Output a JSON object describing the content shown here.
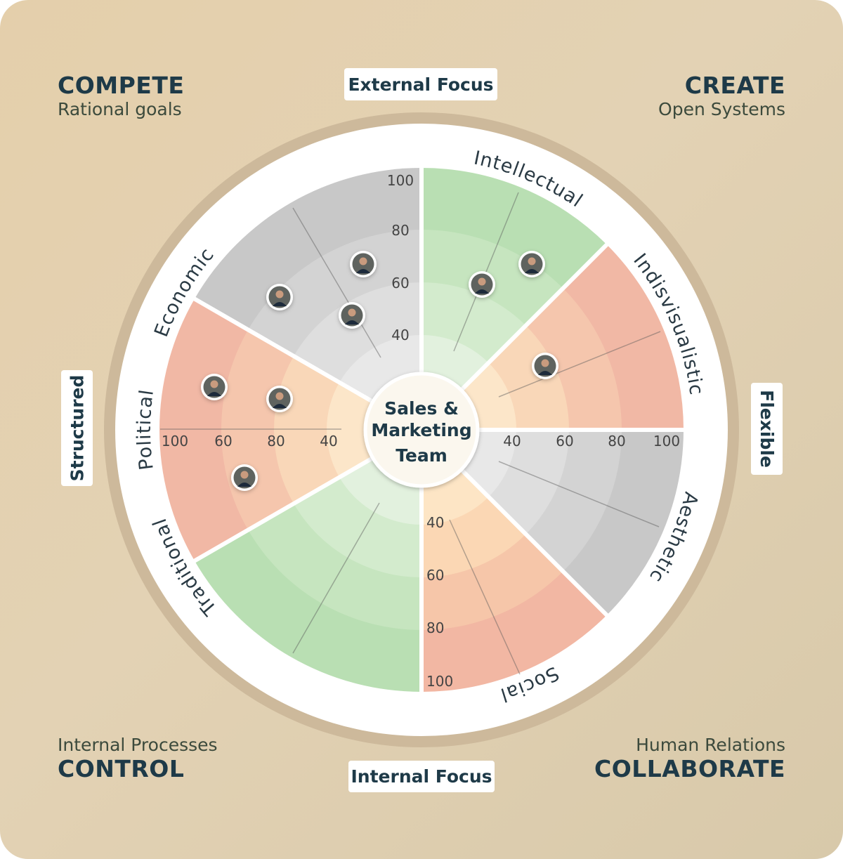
{
  "corners": {
    "top_left": {
      "title": "COMPETE",
      "subtitle": "Rational goals"
    },
    "top_right": {
      "title": "CREATE",
      "subtitle": "Open Systems"
    },
    "bottom_left": {
      "title": "CONTROL",
      "subtitle": "Internal Processes"
    },
    "bottom_right": {
      "title": "COLLABORATE",
      "subtitle": "Human Relations"
    }
  },
  "axes": {
    "top": "External Focus",
    "bottom": "Internal Focus",
    "left": "Structured",
    "right": "Flexible"
  },
  "center": {
    "line1": "Sales &",
    "line2": "Marketing",
    "line3": "Team"
  },
  "sectors": [
    {
      "label": "Intellectual",
      "color": "green"
    },
    {
      "label": "Indisvisualistic",
      "color": "red"
    },
    {
      "label": "Aesthetic",
      "color": "gray"
    },
    {
      "label": "Social",
      "color": "orange"
    },
    {
      "label": "Traditional",
      "color": "green"
    },
    {
      "label": "Political",
      "color": "red"
    },
    {
      "label": "Economic",
      "color": "gray"
    }
  ],
  "scales": {
    "up": [
      "100",
      "80",
      "60",
      "40"
    ],
    "left": [
      "100",
      "60",
      "80",
      "40"
    ],
    "right": [
      "40",
      "60",
      "80",
      "100"
    ],
    "down": [
      "40",
      "60",
      "80",
      "100"
    ]
  },
  "colors": {
    "text": "#1e3a48",
    "gray": [
      "#e8e8e8",
      "#dedede",
      "#d3d3d3",
      "#c8c8c8"
    ],
    "green": [
      "#e2f1de",
      "#d3ebcd",
      "#c6e5bf",
      "#b9dfb3"
    ],
    "red": [
      "#fce6c9",
      "#f9d7b8",
      "#f5c6ad",
      "#f1b8a5"
    ],
    "orange": [
      "#fde5c5",
      "#fbd7b4",
      "#f6c6a9",
      "#f2b7a3"
    ]
  }
}
